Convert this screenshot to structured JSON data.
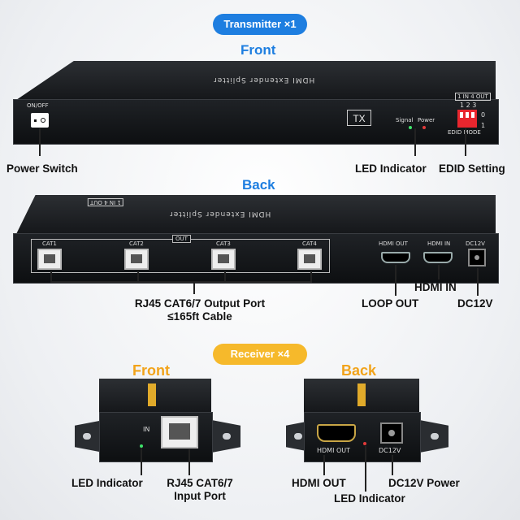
{
  "transmitter_badge": "Transmitter ×1",
  "front_label_1": "Front",
  "back_label_1": "Back",
  "receiver_badge": "Receiver ×4",
  "front_label_2": "Front",
  "back_label_2": "Back",
  "tx_front": {
    "title": "HDMI Extender Splitter",
    "on_off": "ON/OFF",
    "tx_badge": "TX",
    "signal": "Signal",
    "power": "Power",
    "in_out": "1 IN 4 OUT",
    "edid_mode": "EDID MODE",
    "dip_numbers": "1 2 3",
    "dip_on": "0",
    "dip_off": "1"
  },
  "tx_front_callouts": {
    "power_switch": "Power Switch",
    "led_indicator": "LED Indicator",
    "edid_setting": "EDID Setting"
  },
  "tx_back": {
    "title": "HDMI Extender Splitter",
    "in_out": "1 IN 4 OUT",
    "out_box": "OUT",
    "ports": [
      "CAT1",
      "CAT2",
      "CAT3",
      "CAT4"
    ],
    "hdmi_out": "HDMI OUT",
    "hdmi_in": "HDMI IN",
    "dc": "DC12V"
  },
  "tx_back_callouts": {
    "rj45_line1": "RJ45 CAT6/7 Output Port",
    "rj45_line2": "≤165ft Cable",
    "loop_out": "LOOP OUT",
    "hdmi_in": "HDMI IN",
    "dc12v": "DC12V"
  },
  "rx_front": {
    "in_label": "IN"
  },
  "rx_back": {
    "hdmi_out": "HDMI OUT",
    "dc12v": "DC12V"
  },
  "rx_callouts": {
    "led_indicator_front": "LED Indicator",
    "rj45_line1": "RJ45 CAT6/7",
    "rj45_line2": "Input Port",
    "hdmi_out": "HDMI OUT",
    "led_indicator_back": "LED Indicator",
    "dc12v_power": "DC12V Power"
  },
  "colors": {
    "accent_blue": "#1e7ee0",
    "accent_yellow": "#f6b92b",
    "device_body": "#15171a"
  }
}
